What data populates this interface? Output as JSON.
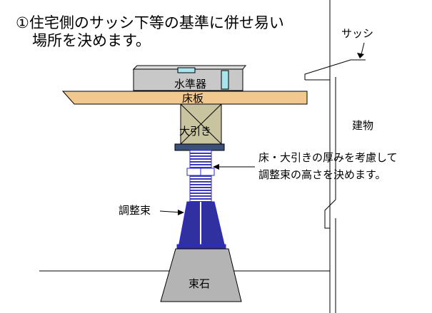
{
  "heading": {
    "line1": "①住宅側のサッシ下等の基準に併せ易い",
    "line2": "場所を決めます。"
  },
  "labels": {
    "sash": "サッシ",
    "building": "建物",
    "level": "水準器",
    "floor_board": "床板",
    "beam": "大引き",
    "adjustable_post": "調整束",
    "base_stone": "束石",
    "note_line1": "床・大引きの厚みを考慮して",
    "note_line2": "調整束の高さを決めます。"
  },
  "colors": {
    "floor_board": "#f0c890",
    "beam": "#c8c4a0",
    "level": "#c8c8c8",
    "bubble": "#a8e4ec",
    "post_blue": "#3030a0",
    "post_outline": "#2828d8",
    "base_stone": "#b4b4b4",
    "plate": "#3c5078"
  }
}
